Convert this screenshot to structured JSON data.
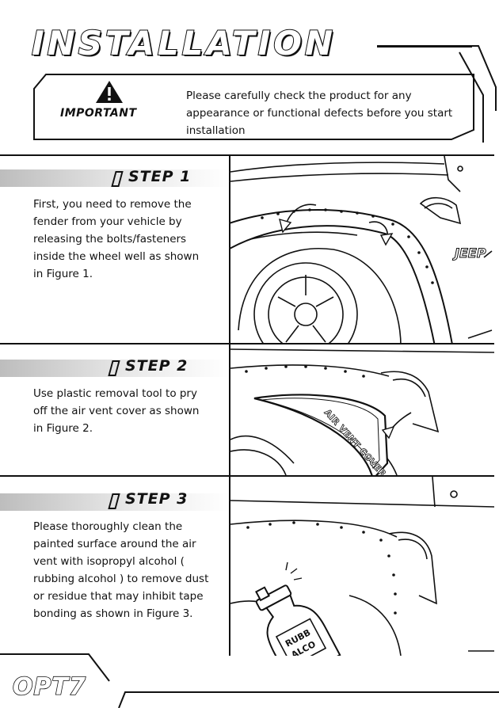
{
  "header": {
    "title": "INSTALLATION"
  },
  "notice": {
    "label": "IMPORTANT",
    "text": "Please carefully check the product for any appearance or functional defects before you start installation"
  },
  "steps": [
    {
      "title": "STEP 1",
      "text": "First, you need to remove the fender from your vehicle by releasing the bolts/fasteners inside the wheel well as shown in Figure 1."
    },
    {
      "title": "STEP 2",
      "text": "Use plastic removal tool to pry off the air vent cover as shown in Figure 2."
    },
    {
      "title": "STEP 3",
      "text": "Please thoroughly clean the painted surface around the air vent with isopropyl alcohol ( rubbing alcohol ) to remove dust or residue that may inhibit tape bonding as shown in Figure 3."
    }
  ],
  "figures": {
    "fig1_badge": "JEEP",
    "fig2_label": "AIR VENT COVER",
    "fig3_bottle_label_1": "RUBB",
    "fig3_bottle_label_2": "ALCO"
  },
  "footer": {
    "logo": "OPT7"
  },
  "icons": {
    "warning": "warning-triangle-icon"
  },
  "colors": {
    "ink": "#111111",
    "bar_gray": "#bdbdbd"
  }
}
